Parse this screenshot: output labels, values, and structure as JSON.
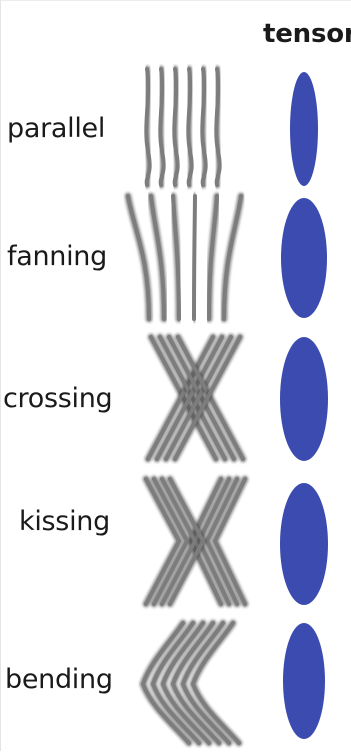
{
  "header": {
    "tensor_label": "tensor"
  },
  "rows": [
    {
      "label": "parallel",
      "pattern": "parallel"
    },
    {
      "label": "fanning",
      "pattern": "fanning"
    },
    {
      "label": "crossing",
      "pattern": "crossing"
    },
    {
      "label": "kissing",
      "pattern": "kissing"
    },
    {
      "label": "bending",
      "pattern": "bending"
    }
  ],
  "colors": {
    "fiber": "#7d7d7d",
    "fiber_shadow": "#3c3c3c",
    "tensor": "#3c4bb0"
  }
}
